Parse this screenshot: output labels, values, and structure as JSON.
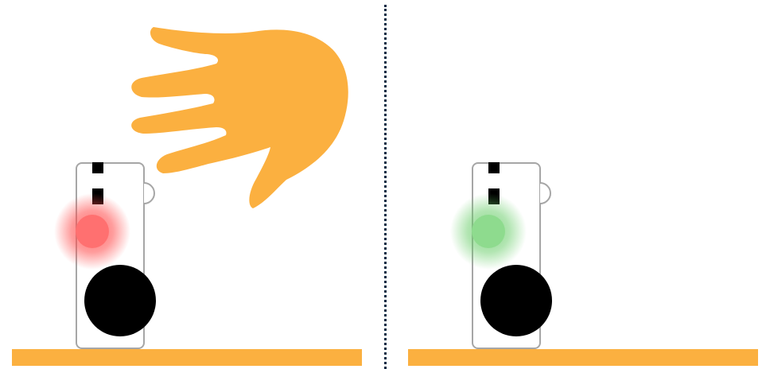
{
  "scenes": [
    {
      "id": "left",
      "light_state": "red",
      "light_color": "#ff4d4d",
      "hand_present": true
    },
    {
      "id": "right",
      "light_state": "green",
      "light_color": "#66cc66",
      "hand_present": false
    }
  ],
  "colors": {
    "hand": "#fbb040",
    "shelf": "#fbb040",
    "divider": "#0b2a44",
    "device_outline": "#999999",
    "sensor": "#000000"
  }
}
